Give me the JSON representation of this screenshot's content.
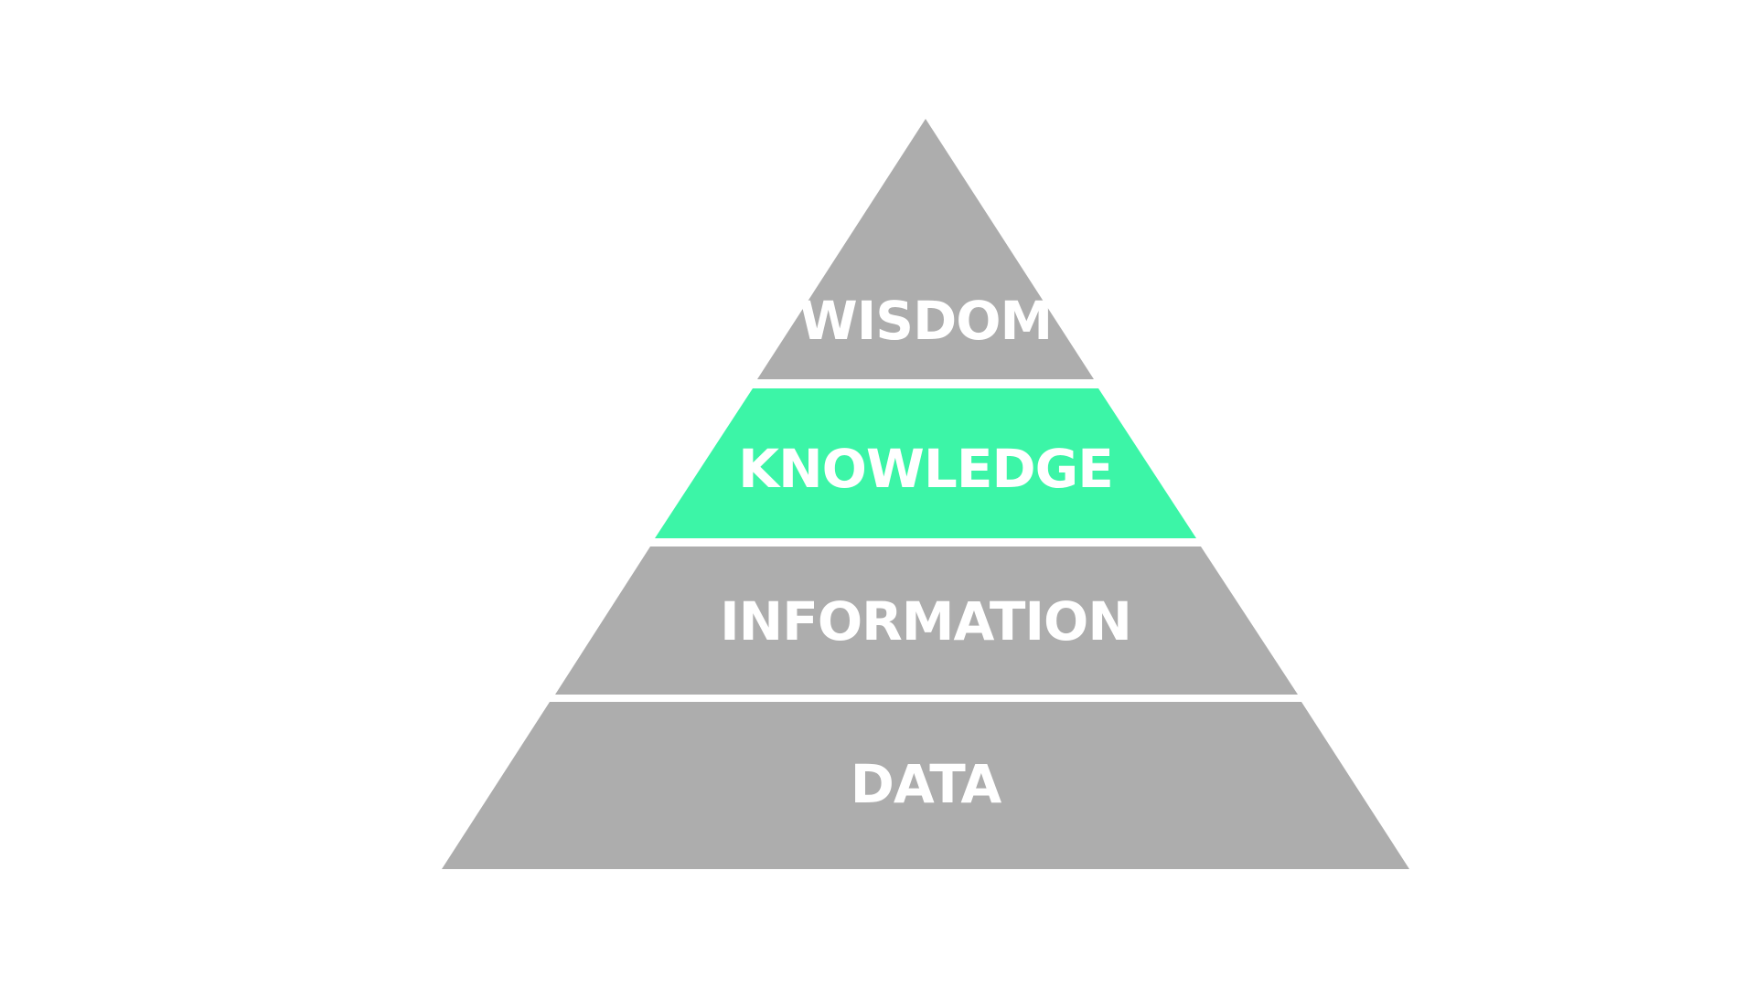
{
  "pyramid": {
    "tiers": [
      {
        "label": "WISDOM",
        "color": "#adadad"
      },
      {
        "label": "KNOWLEDGE",
        "color": "#3cf5a7"
      },
      {
        "label": "INFORMATION",
        "color": "#adadad"
      },
      {
        "label": "DATA",
        "color": "#adadad"
      }
    ],
    "label_color": "#ffffff",
    "background": "#ffffff"
  }
}
